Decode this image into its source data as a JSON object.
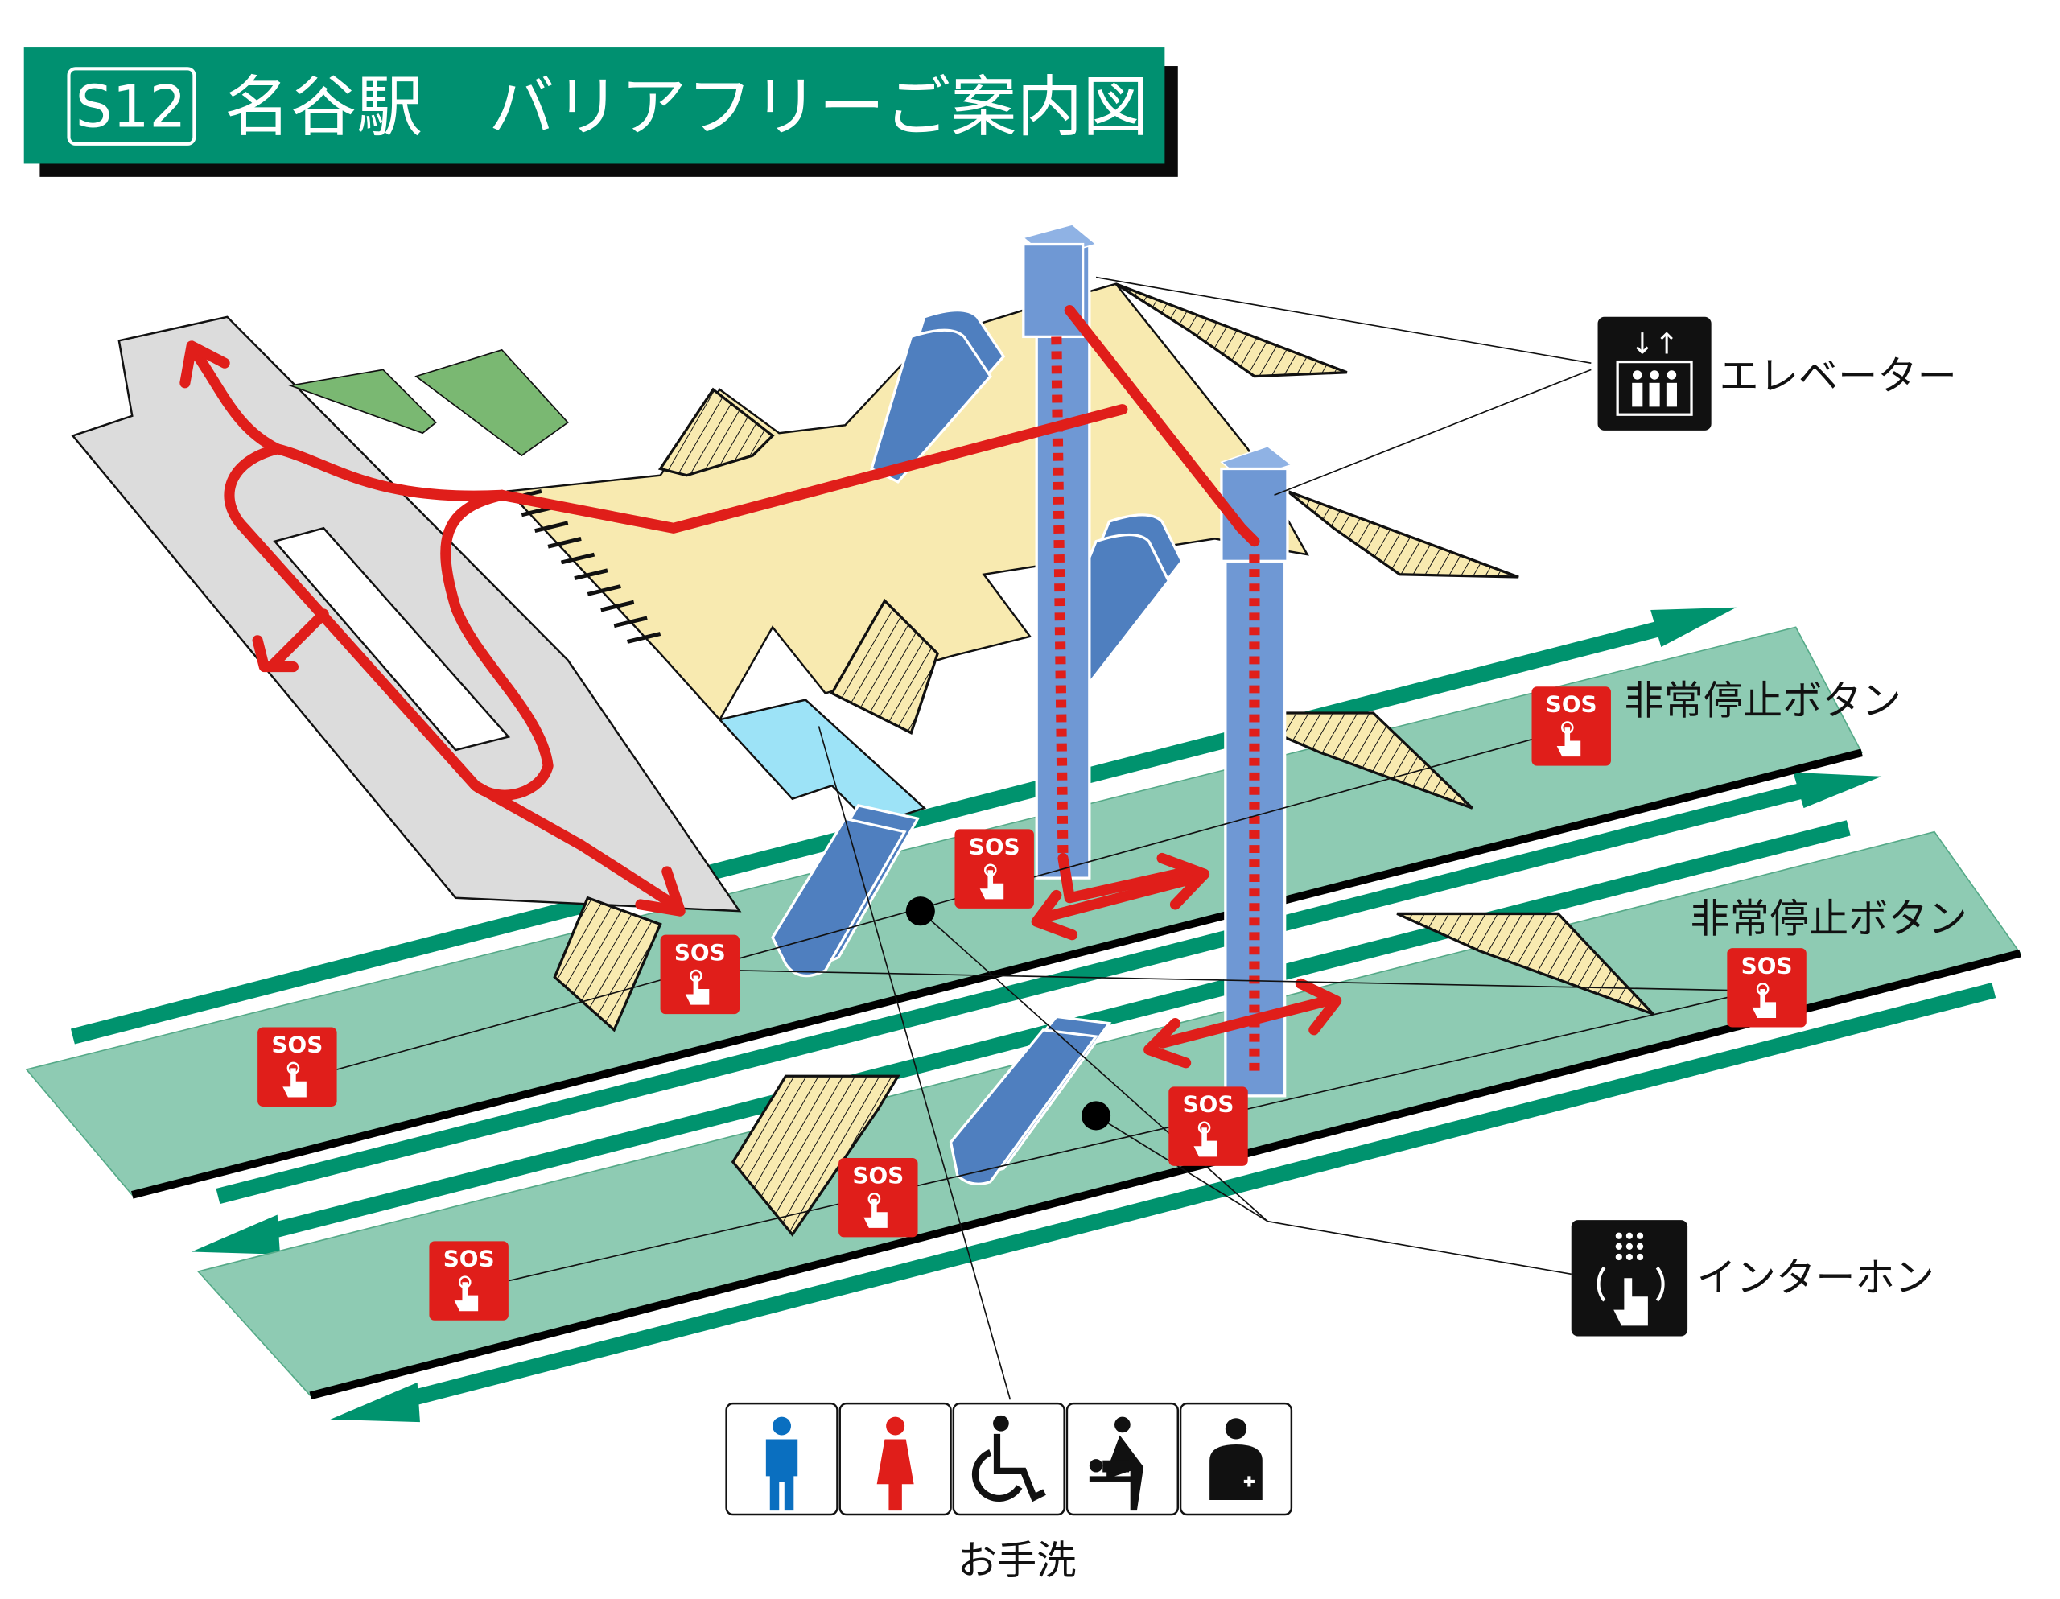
{
  "title": {
    "station_code": "S12",
    "station_name": "名谷駅",
    "subtitle": "バリアフリーご案内図"
  },
  "legend": {
    "elevator": "エレベーター",
    "emergency_stop_upper": "非常停止ボタン",
    "emergency_stop_lower": "非常停止ボタン",
    "intercom": "インターホン",
    "restroom": "お手洗"
  },
  "sos_label": "SOS",
  "restroom_icons": [
    "men-icon",
    "women-icon",
    "wheelchair-icon",
    "baby-changing-icon",
    "ostomate-icon"
  ],
  "colors": {
    "title_green": "#009070",
    "platform": "#8ecbb3",
    "track": "#00936e",
    "concourse": "#f8eab0",
    "route_red": "#e01e1a",
    "elevator_blue": "#6f98d4",
    "sos_red": "#e01e1a"
  }
}
